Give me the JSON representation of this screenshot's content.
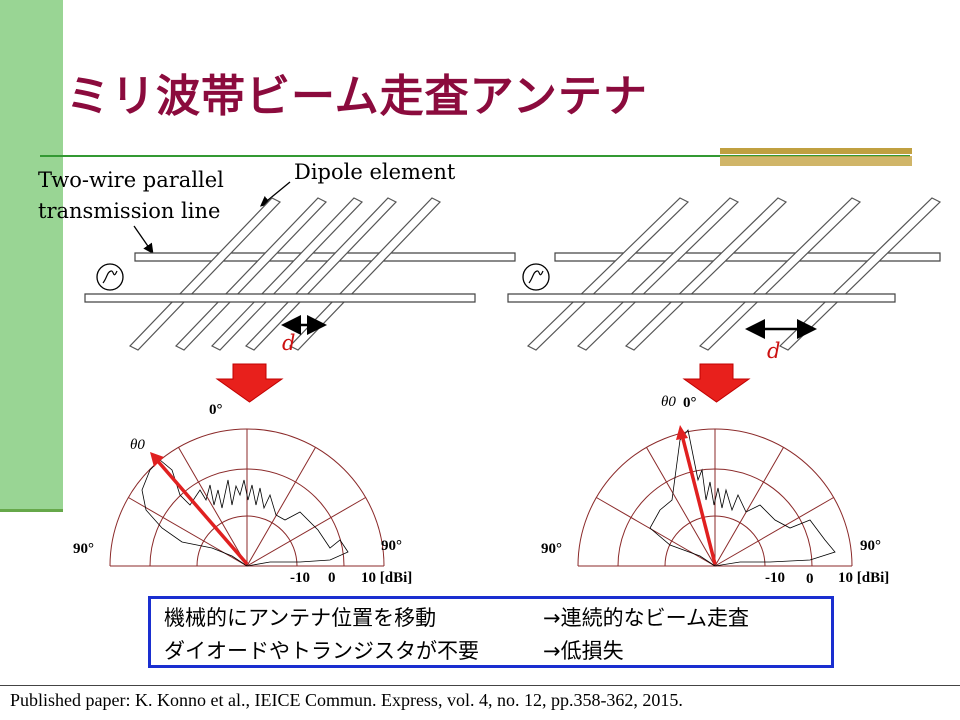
{
  "slide": {
    "title": "ミリ波帯ビーム走査アンテナ",
    "colors": {
      "title": "#8b0b3d",
      "left_bar": "#99d594",
      "rule": "#339933",
      "box_border": "#1a2fd0",
      "arrow": "#e02020"
    }
  },
  "diagram": {
    "labels": {
      "dipole": "Dipole element",
      "txline_1": "Two-wire parallel",
      "txline_2": "transmission line",
      "spacing_left": "d",
      "spacing_right": "d"
    },
    "polar_left": {
      "top_angle": "0°",
      "left_angle": "90°",
      "right_angle": "90°",
      "ticks": [
        "-10",
        "0",
        "10 [dBi]"
      ],
      "beam_label": "θ0"
    },
    "polar_right": {
      "top_angle": "0°",
      "left_angle": "90°",
      "right_angle": "90°",
      "ticks": [
        "-10",
        "0",
        "10 [dBi]"
      ],
      "beam_label": "θ0"
    }
  },
  "summary": {
    "row1_left": "機械的にアンテナ位置を移動",
    "row1_right": "→連続的なビーム走査",
    "row2_left": "ダイオードやトランジスタが不要",
    "row2_right": "→低損失"
  },
  "citation": "Published paper:  K. Konno et al., IEICE Commun. Express, vol. 4, no. 12, pp.358-362, 2015."
}
